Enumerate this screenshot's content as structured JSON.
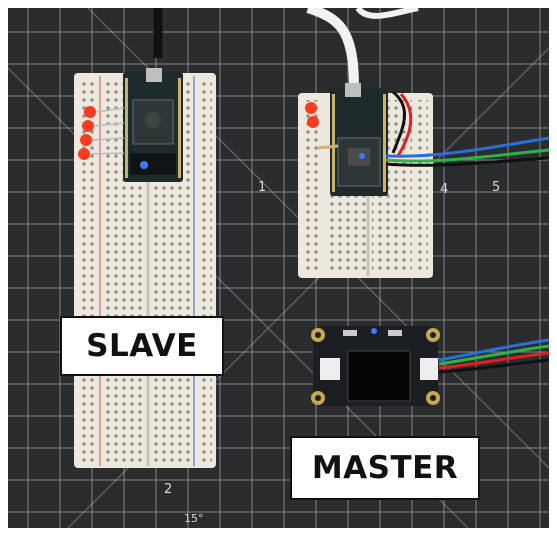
{
  "labels": {
    "slave": "SLAVE",
    "master": "MASTER"
  },
  "mat_numbers": [
    "1",
    "4",
    "5",
    "2",
    "15°"
  ],
  "colors": {
    "mat": "#2b2c2e",
    "grid": "#d8d8d8",
    "breadboard": "#ece8de",
    "pcb": "#1f2a2a",
    "led": "#ff3b1f"
  }
}
